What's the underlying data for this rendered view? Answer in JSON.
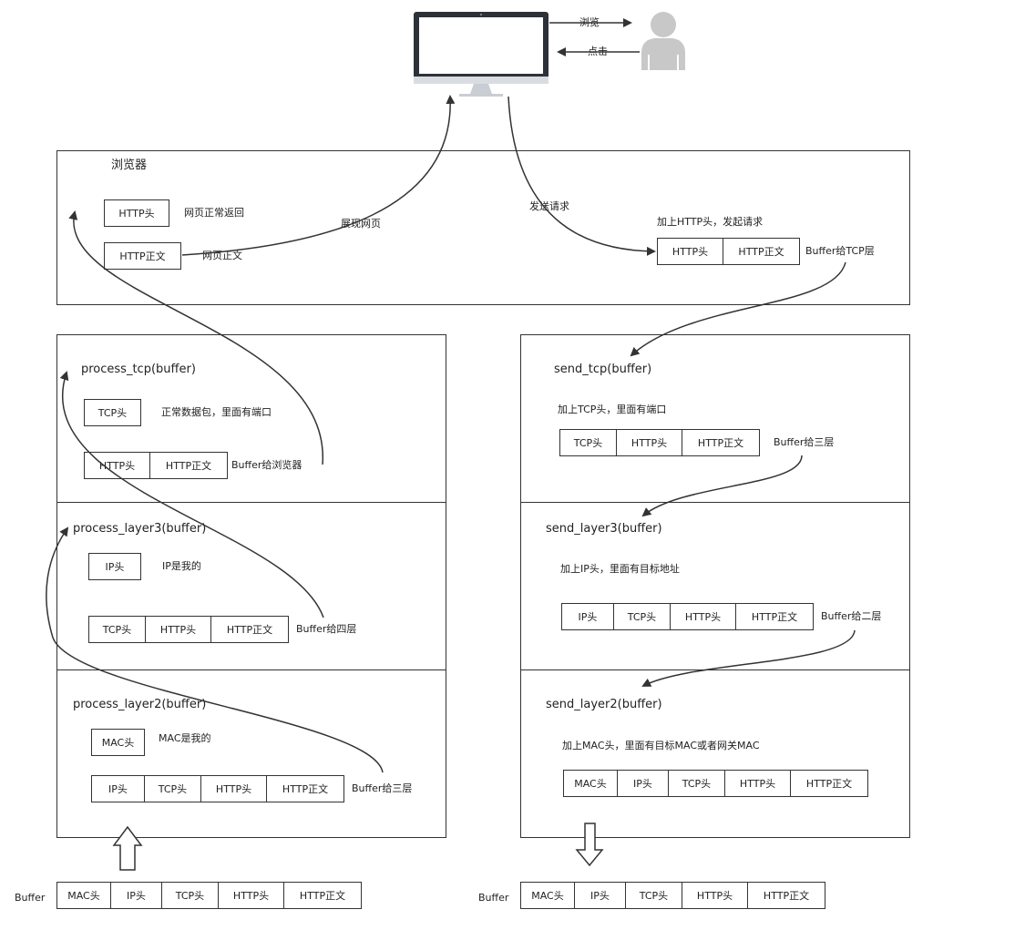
{
  "top": {
    "browse_label": "浏览",
    "click_label": "点击"
  },
  "browser": {
    "title": "浏览器",
    "http_head_box": "HTTP头",
    "http_head_note": "网页正常返回",
    "http_body_box": "HTTP正文",
    "http_body_note": "网页正文",
    "display_label": "展现网页",
    "send_label": "发送请求",
    "add_http_note": "加上HTTP头，发起请求",
    "send_packet": [
      "HTTP头",
      "HTTP正文"
    ],
    "buffer_note": "Buffer给TCP层"
  },
  "receive": {
    "tcp": {
      "title": "process_tcp(buffer)",
      "head_box": "TCP头",
      "note": "正常数据包，里面有端口",
      "packet": [
        "HTTP头",
        "HTTP正文"
      ],
      "buffer_note": "Buffer给浏览器"
    },
    "layer3": {
      "title": "process_layer3(buffer)",
      "head_box": "IP头",
      "note": "IP是我的",
      "packet": [
        "TCP头",
        "HTTP头",
        "HTTP正文"
      ],
      "buffer_note": "Buffer给四层"
    },
    "layer2": {
      "title": "process_layer2(buffer)",
      "head_box": "MAC头",
      "note": "MAC是我的",
      "packet": [
        "IP头",
        "TCP头",
        "HTTP头",
        "HTTP正文"
      ],
      "buffer_note": "Buffer给三层"
    },
    "buffer_label": "Buffer",
    "buffer_packet": [
      "MAC头",
      "IP头",
      "TCP头",
      "HTTP头",
      "HTTP正文"
    ]
  },
  "send": {
    "tcp": {
      "title": "send_tcp(buffer)",
      "note": "加上TCP头，里面有端口",
      "packet": [
        "TCP头",
        "HTTP头",
        "HTTP正文"
      ],
      "buffer_note": "Buffer给三层"
    },
    "layer3": {
      "title": "send_layer3(buffer)",
      "note": "加上IP头，里面有目标地址",
      "packet": [
        "IP头",
        "TCP头",
        "HTTP头",
        "HTTP正文"
      ],
      "buffer_note": "Buffer给二层"
    },
    "layer2": {
      "title": "send_layer2(buffer)",
      "note": "加上MAC头，里面有目标MAC或者网关MAC",
      "packet": [
        "MAC头",
        "IP头",
        "TCP头",
        "HTTP头",
        "HTTP正文"
      ]
    },
    "buffer_label": "Buffer",
    "buffer_packet": [
      "MAC头",
      "IP头",
      "TCP头",
      "HTTP头",
      "HTTP正文"
    ]
  }
}
